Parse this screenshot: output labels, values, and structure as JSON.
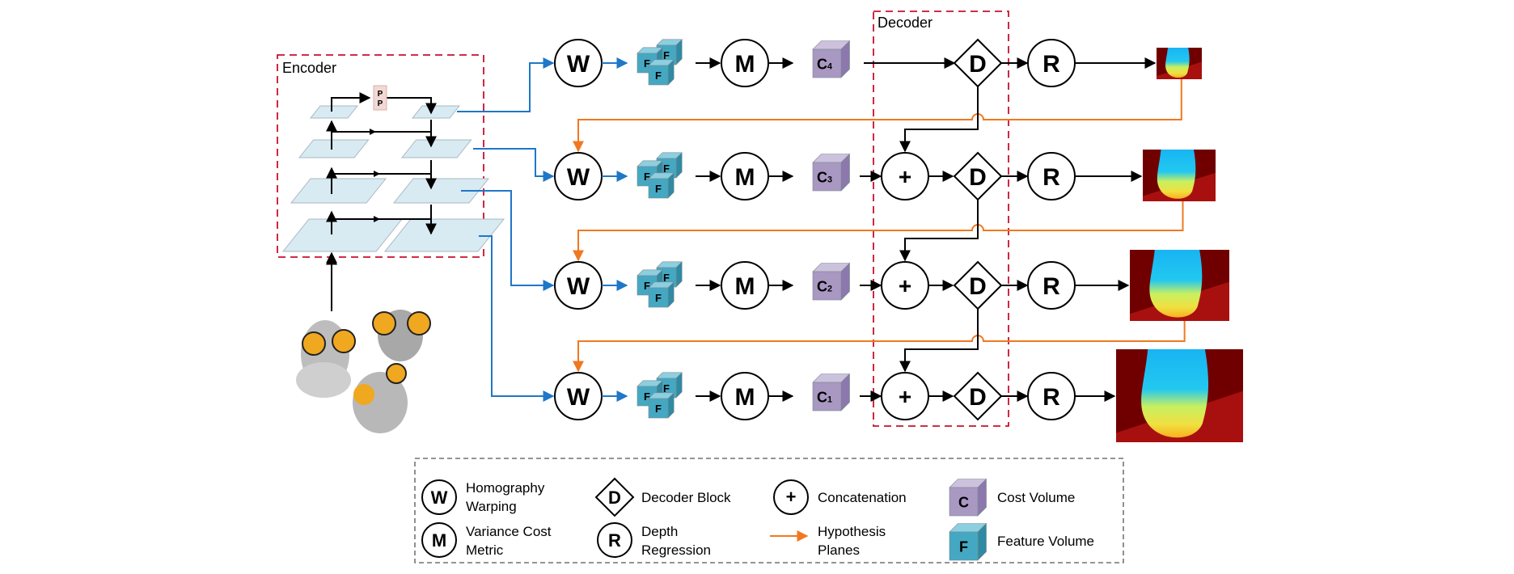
{
  "encoder": {
    "title": "Encoder",
    "pooling_label_1": "P",
    "pooling_label_2": "P"
  },
  "decoder": {
    "title": "Decoder"
  },
  "symbols": {
    "warp": "W",
    "metric": "M",
    "concat": "+",
    "decoder_block": "D",
    "regression": "R",
    "feature": "F",
    "cost": "C"
  },
  "rows": [
    {
      "cost_label": "C",
      "cost_sub": "4",
      "has_concat": false
    },
    {
      "cost_label": "C",
      "cost_sub": "3",
      "has_concat": true
    },
    {
      "cost_label": "C",
      "cost_sub": "2",
      "has_concat": true
    },
    {
      "cost_label": "C",
      "cost_sub": "1",
      "has_concat": true
    }
  ],
  "legend": {
    "warp": {
      "symbol": "W",
      "line1": "Homography",
      "line2": "Warping"
    },
    "metric": {
      "symbol": "M",
      "line1": "Variance Cost",
      "line2": "Metric"
    },
    "decoder_block": {
      "symbol": "D",
      "line1": "Decoder Block"
    },
    "regression": {
      "symbol": "R",
      "line1": "Depth",
      "line2": "Regression"
    },
    "concat": {
      "symbol": "+",
      "line1": "Concatenation"
    },
    "hypothesis": {
      "line1": "Hypothesis",
      "line2": "Planes"
    },
    "cost_volume": {
      "symbol": "C",
      "line1": "Cost Volume"
    },
    "feature_volume": {
      "symbol": "F",
      "line1": "Feature Volume"
    }
  },
  "colors": {
    "encoder_border": "#c8102e",
    "blue_line": "#1f77c8",
    "orange_line": "#f07820",
    "plane_fill": "#d8eaf2",
    "feature_front": "#45a8c2",
    "feature_top": "#8ccfe0",
    "feature_side": "#2f8aa3",
    "cost_front": "#a898c2",
    "cost_top": "#cdc2de",
    "cost_side": "#8c78ac",
    "pp_fill": "#f2d8d4"
  }
}
